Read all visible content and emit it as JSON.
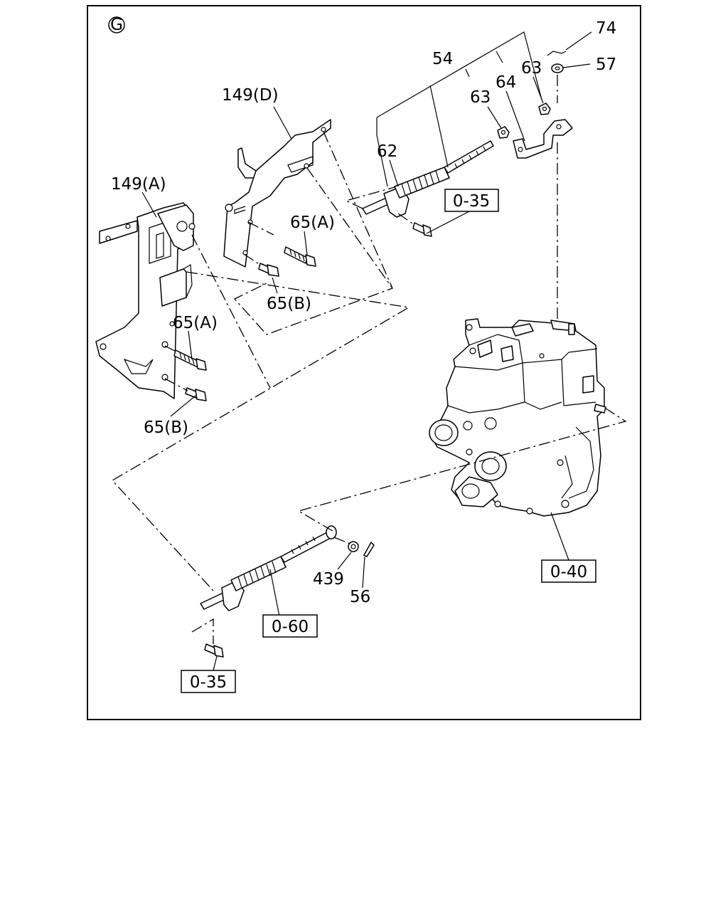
{
  "section_marker": "G",
  "callouts": {
    "c74": "74",
    "c57": "57",
    "c54": "54",
    "c63a": "63",
    "c63b": "63",
    "c64": "64",
    "c149d": "149(D)",
    "c62": "62",
    "c149a": "149(A)",
    "c65a_top": "65(A)",
    "c65b_top": "65(B)",
    "c65a_left": "65(A)",
    "c65b_left": "65(B)",
    "c439": "439",
    "c56": "56"
  },
  "ref_boxes": {
    "r035_top": "0-35",
    "r040": "0-40",
    "r060": "0-60",
    "r035_bottom": "0-35"
  }
}
